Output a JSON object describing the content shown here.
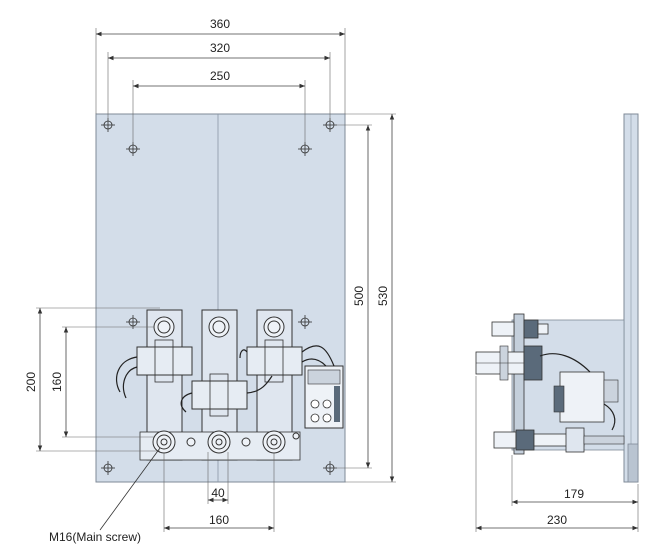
{
  "front_view": {
    "dimensions": {
      "width_outer": "360",
      "mount_width_upper": "320",
      "mount_width_inner": "250",
      "height_mount": "500",
      "height_total": "530",
      "height_lower_outer": "200",
      "height_lower_inner": "160",
      "terminal_pitch": "40",
      "terminal_span": "160"
    },
    "callout": "M16(Main screw)"
  },
  "side_view": {
    "dimensions": {
      "depth_inner": "179",
      "depth_total": "230"
    }
  },
  "colors": {
    "plate_fill": "#d3dde9",
    "plate_stroke": "#7f8a97",
    "part_fill": "#dfe6ef",
    "dark_part": "#5a6a7a"
  }
}
